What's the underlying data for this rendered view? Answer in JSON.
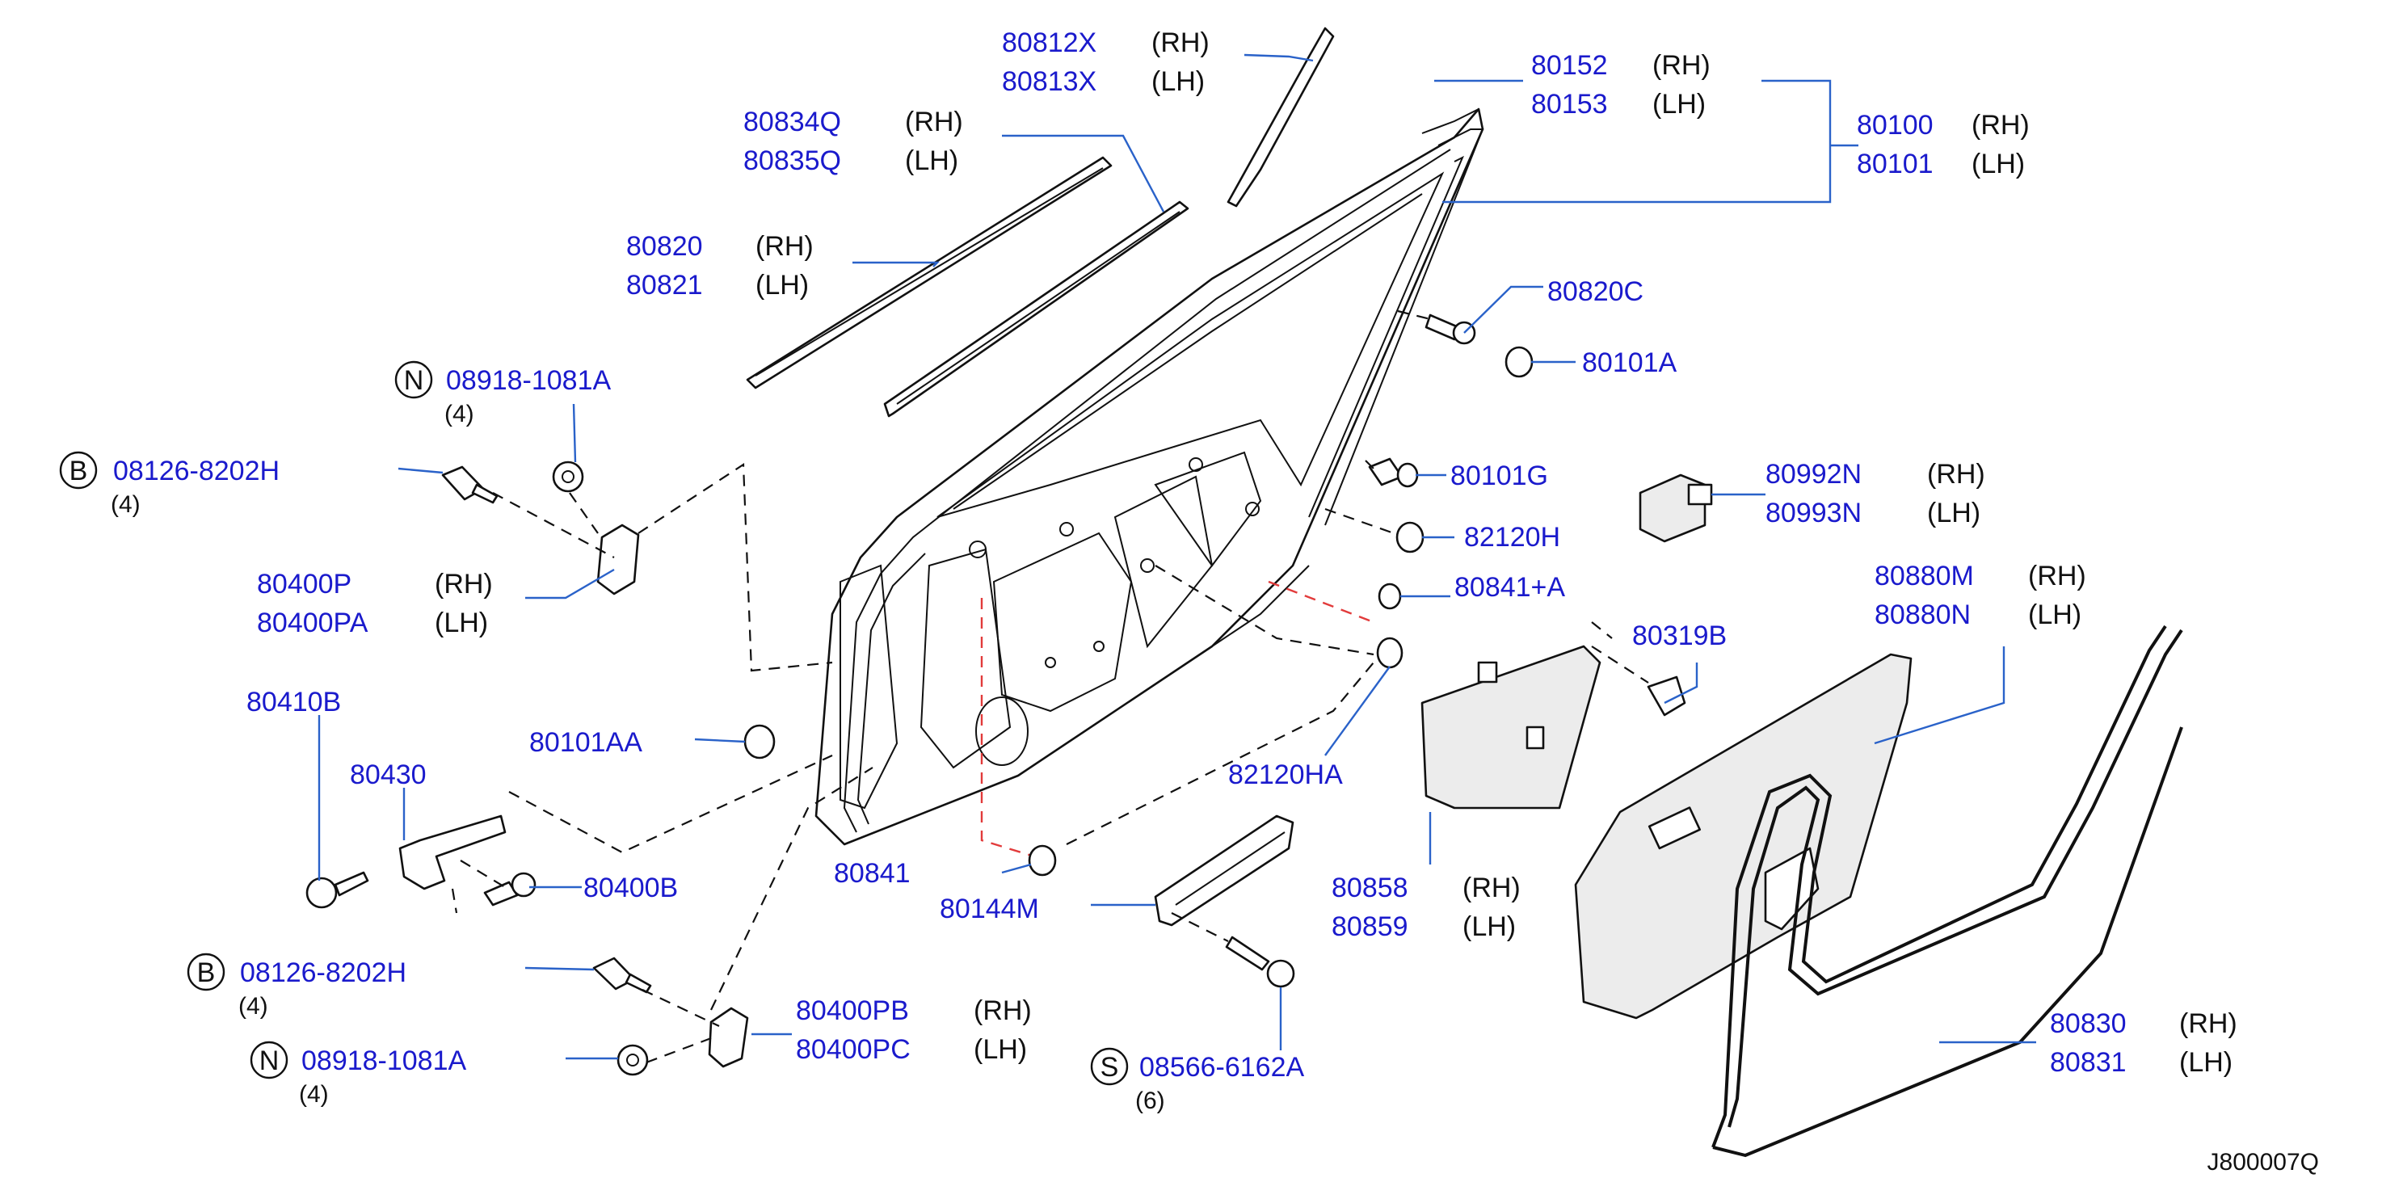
{
  "diagram_code": "J800007Q",
  "colors": {
    "part_number": "#1a1acc",
    "leader": "#2a62c9",
    "hidden_line": "#e23b3b",
    "text": "#111111"
  },
  "labels": {
    "p80812x": "80812X",
    "s80812x": "(RH)",
    "p80813x": "80813X",
    "s80813x": "(LH)",
    "p80834q": "80834Q",
    "s80834q": "(RH)",
    "p80835q": "80835Q",
    "s80835q": "(LH)",
    "p80820": "80820",
    "s80820": "(RH)",
    "p80821": "80821",
    "s80821": "(LH)",
    "p80152": "80152",
    "s80152": "(RH)",
    "p80153": "80153",
    "s80153": "(LH)",
    "p80100": "80100",
    "s80100": "(RH)",
    "p80101": "80101",
    "s80101": "(LH)",
    "p80820c": "80820C",
    "p80101a": "80101A",
    "p80101g": "80101G",
    "p82120h": "82120H",
    "p80841a": "80841+A",
    "p80992n": "80992N",
    "s80992n": "(RH)",
    "p80993n": "80993N",
    "s80993n": "(LH)",
    "p80880m": "80880M",
    "s80880m": "(RH)",
    "p80880n": "80880N",
    "s80880n": "(LH)",
    "p8039b": "80319B",
    "p82120ha": "82120HA",
    "p80858": "80858",
    "s80858": "(RH)",
    "p80859": "80859",
    "s80859": "(LH)",
    "p80830": "80830",
    "s80830": "(RH)",
    "p80831": "80831",
    "s80831": "(LH)",
    "c1_sym": "N",
    "p08918a": "08918-1081A",
    "q08918a": "(4)",
    "c2_sym": "B",
    "p08126a": "08126-8202H",
    "q08126a": "(4)",
    "p80400p": "80400P",
    "s80400p": "(RH)",
    "p80400pa": "80400PA",
    "s80400pa": "(LH)",
    "p80410b": "80410B",
    "p80430": "80430",
    "p80101aa": "80101AA",
    "p80400b": "80400B",
    "p80841": "80841",
    "p80144m": "80144M",
    "c3_sym": "B",
    "p08126b": "08126-8202H",
    "q08126b": "(4)",
    "p80400pb": "80400PB",
    "s80400pb": "(RH)",
    "p80400pc": "80400PC",
    "s80400pc": "(LH)",
    "c4_sym": "N",
    "p08918b": "08918-1081A",
    "q08918b": "(4)",
    "c5_sym": "S",
    "p08566": "08566-6162A",
    "q08566": "(6)"
  }
}
